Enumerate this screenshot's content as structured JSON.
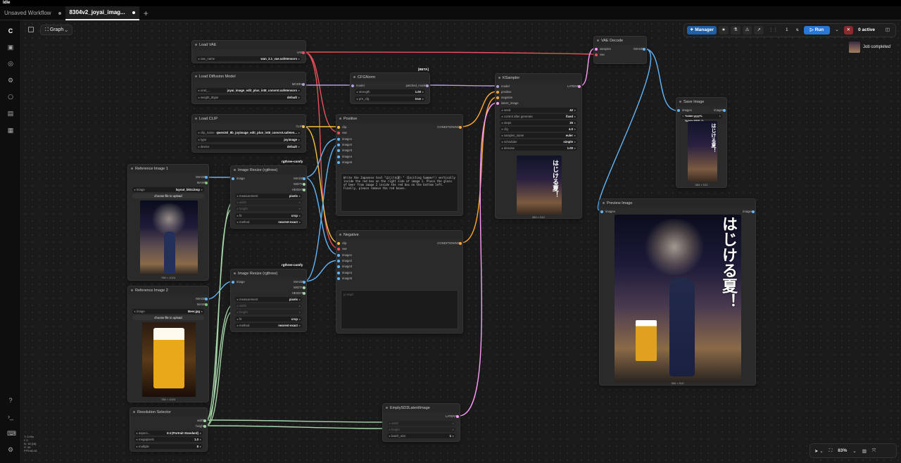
{
  "window": {
    "title": "Idle"
  },
  "tabs": [
    {
      "label": "Unsaved Workflow"
    },
    {
      "label": "8304v2_joyai_imag..."
    }
  ],
  "toolbar": {
    "graph_label": "Graph",
    "manager_label": "Manager",
    "queue_count": "1",
    "run_label": "Run",
    "active_label": "0 active",
    "job_status": "Job completed"
  },
  "stats": {
    "l1": "T: 0.00s",
    "l2": "I: 0",
    "l3": "N: 18 [18]",
    "l4": "V: 34",
    "l5": "FPS:60.61"
  },
  "zoom": {
    "level": "83%"
  },
  "colors": {
    "vae": "#e8505b",
    "model": "#b39ddb",
    "clip": "#f5c242",
    "image": "#64b5f6",
    "conditioning": "#ffa931",
    "latent": "#ff9cf9",
    "int": "#a5d6a7"
  },
  "nodes": {
    "load_vae": {
      "title": "Load VAE",
      "out": "VAE",
      "w1_name": "vae_name",
      "w1_val": "wan_2.1_vae.safetensors"
    },
    "load_diff": {
      "title": "Load Diffusion Model",
      "out": "MODEL",
      "w1_name": "unet_...",
      "w1_val": "joyai_image_edit_plus_int8_convrot.safetensors",
      "w2_name": "weight_dtype",
      "w2_val": "default"
    },
    "load_clip": {
      "title": "Load CLIP",
      "out": "CLIP",
      "w1_name": "clip_name",
      "w1_val": "qwen3vl_8b_joyimage_edit_plus_int8_convrot.safeten...",
      "w2_name": "type",
      "w2_val": "joyimage",
      "w3_name": "device",
      "w3_val": "default"
    },
    "cfgnorm": {
      "title": "CFGNorm",
      "badge": "[BETA]",
      "in1": "model",
      "out1": "patched_model",
      "w1_name": "strength",
      "w1_val": "1.00",
      "w2_name": "pre_cfg",
      "w2_val": "true"
    },
    "positive": {
      "title": "Positive",
      "in1": "clip",
      "in2": "vae",
      "in3": "image1",
      "in4": "image2",
      "in5": "image3",
      "in6": "image4",
      "in7": "image5",
      "out1": "CONDITIONING",
      "text": "Write the Japanese text \"はじける夏！\" (Exciting Summer!) vertically inside the red box on the right side of image 1. Place the glass of beer from image 2 inside the red box on the bottom left. Finally, please remove the red boxes."
    },
    "negative": {
      "title": "Negative",
      "in1": "clip",
      "in2": "vae",
      "in3": "image1",
      "in4": "image2",
      "in5": "image3",
      "in6": "image4",
      "in7": "image5",
      "out1": "CONDITIONING",
      "placeholder": "prompt"
    },
    "ksampler": {
      "title": "KSampler",
      "in1": "model",
      "in2": "positive",
      "in3": "negative",
      "in4": "latent_image",
      "out1": "LATENT",
      "w1_name": "seed",
      "w1_val": "42",
      "w2_name": "control after generate",
      "w2_val": "fixed",
      "w3_name": "steps",
      "w3_val": "30",
      "w4_name": "cfg",
      "w4_val": "4.0",
      "w5_name": "sampler_name",
      "w5_val": "euler",
      "w6_name": "scheduler",
      "w6_val": "simple",
      "w7_name": "denoise",
      "w7_val": "1.00",
      "dims": "384 × 512"
    },
    "vae_decode": {
      "title": "VAE Decode",
      "in1": "samples",
      "in2": "vae",
      "out1": "IMAGE"
    },
    "save_image": {
      "title": "Save Image",
      "in1": "images",
      "out1": "images",
      "w1_val": "%date:yyyy%-%date:MM%-%...",
      "dims": "384 × 512"
    },
    "preview_image": {
      "title": "Preview Image",
      "in1": "images",
      "out1": "images",
      "dims": "384 × 512"
    },
    "ref1": {
      "title": "Reference Image 1",
      "out1": "IMAGE",
      "out2": "MASK",
      "w1_name": "image",
      "w1_val": "layout_bkt4.bmp",
      "button": "choose file to upload",
      "dims": "768 × 1024"
    },
    "ref2": {
      "title": "Reference Image 2",
      "out1": "IMAGE",
      "out2": "MASK",
      "w1_name": "image",
      "w1_val": "Beer.jpg",
      "button": "choose file to upload",
      "dims": "768 × 1024"
    },
    "resize1": {
      "title": "Image Resize (rgthree)",
      "badge": "rgthree-comfy",
      "in1": "image",
      "out1": "IMAGE",
      "out2": "WIDTH",
      "out3": "HEIGHT",
      "w1_name": "measurement",
      "w1_val": "pixels",
      "w2_name": "width",
      "w3_name": "height",
      "w4_name": "fit",
      "w4_val": "crop",
      "w5_name": "method",
      "w5_val": "nearest-exact"
    },
    "resize2": {
      "title": "Image Resize (rgthree)",
      "badge": "rgthree-comfy",
      "in1": "image",
      "out1": "IMAGE",
      "out2": "WIDTH",
      "out3": "HEIGHT",
      "w1_name": "measurement",
      "w1_val": "pixels",
      "w2_name": "width",
      "w3_name": "height",
      "w4_name": "fit",
      "w4_val": "crop",
      "w5_name": "method",
      "w5_val": "nearest-exact"
    },
    "resolution": {
      "title": "Resolution Selector",
      "out1": "width",
      "out2": "height",
      "w1_name": "aspect...",
      "w1_val": "3:4 (Portrait Standard)",
      "w2_name": "megapixels",
      "w2_val": "1.0",
      "w3_name": "multiple",
      "w3_val": "8"
    },
    "latent": {
      "title": "EmptySD3LatentImage",
      "out1": "LATENT",
      "w1_name": "width",
      "w2_name": "height",
      "w3_name": "batch_size",
      "w3_val": "1"
    }
  },
  "poster_text": "はじける夏！"
}
